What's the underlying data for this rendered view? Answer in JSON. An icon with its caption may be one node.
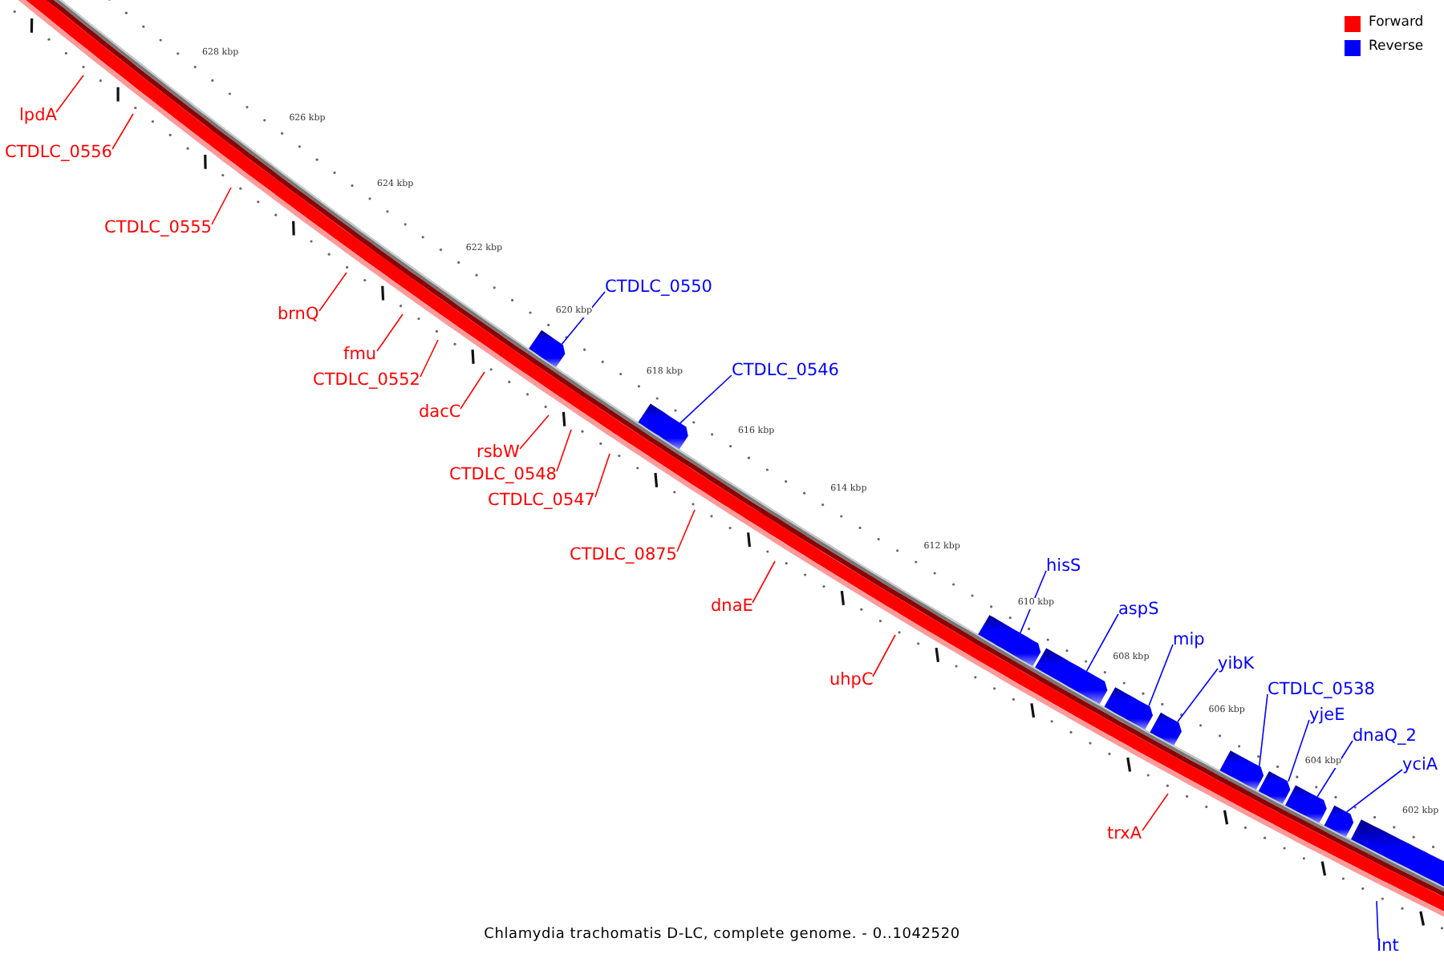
{
  "diagram": {
    "caption": "Chlamydia trachomatis D-LC, complete genome. - 0..1042520",
    "nodes": [
      {
        "text": [
          "lpdA"
        ]
      },
      {
        "text": [
          "CTDLC_0556"
        ]
      },
      {
        "text": [
          "CTDLC_0555"
        ]
      },
      {
        "text": [
          "CTDLC_0550"
        ]
      },
      {
        "text": [
          "brnQ"
        ]
      },
      {
        "text": [
          "fmu"
        ]
      },
      {
        "text": [
          "CTDLC_0546"
        ]
      },
      {
        "text": [
          "CTDLC_0552"
        ]
      },
      {
        "text": [
          "dacC"
        ]
      },
      {
        "text": [
          "rsbW"
        ]
      },
      {
        "text": [
          "CTDLC_0548"
        ]
      },
      {
        "text": [
          "CTDLC_0547"
        ]
      },
      {
        "text": [
          "CTDLC_0875"
        ]
      },
      {
        "text": [
          "hisS"
        ]
      },
      {
        "text": [
          "dnaE"
        ]
      },
      {
        "text": [
          "aspS"
        ]
      },
      {
        "text": [
          "mip"
        ]
      },
      {
        "text": [
          "yibK"
        ]
      },
      {
        "text": [
          "uhpC"
        ]
      },
      {
        "text": [
          "CTDLC_0538"
        ]
      },
      {
        "text": [
          "yjeE"
        ]
      },
      {
        "text": [
          "dnaQ_2"
        ]
      },
      {
        "text": [
          "yciA"
        ]
      },
      {
        "text": [
          "trxA"
        ]
      },
      {
        "text": [
          "Int"
        ]
      },
      {
        "text": [],
        "shape": "box"
      },
      {
        "text": [],
        "shape": "box"
      },
      {
        "text": [],
        "shape": "box"
      },
      {
        "text": [],
        "shape": "box"
      },
      {
        "text": [],
        "shape": "box"
      },
      {
        "text": [],
        "shape": "box"
      },
      {
        "text": [],
        "shape": "box"
      },
      {
        "text": [],
        "shape": "box"
      },
      {
        "text": [],
        "shape": "box"
      },
      {
        "text": [],
        "shape": "box"
      },
      {
        "text": [],
        "shape": "box"
      }
    ],
    "edges": [
      {
        "from": 0,
        "to": null,
        "arrow": "none"
      },
      {
        "from": 1,
        "to": null,
        "arrow": "none"
      },
      {
        "from": 2,
        "to": null,
        "arrow": "none"
      },
      {
        "from": 3,
        "to": 25,
        "arrow": "none",
        "color": "#0000ff"
      },
      {
        "from": 4,
        "to": null,
        "arrow": "none"
      },
      {
        "from": 5,
        "to": null,
        "arrow": "none"
      },
      {
        "from": 6,
        "to": 26,
        "arrow": "none",
        "color": "#0000ff"
      },
      {
        "from": 7,
        "to": null,
        "arrow": "none"
      },
      {
        "from": 8,
        "to": null,
        "arrow": "none"
      },
      {
        "from": 9,
        "to": null,
        "arrow": "none"
      },
      {
        "from": 10,
        "to": null,
        "arrow": "none"
      },
      {
        "from": 11,
        "to": null,
        "arrow": "none"
      },
      {
        "from": 12,
        "to": null,
        "arrow": "none"
      },
      {
        "from": 13,
        "to": 27,
        "arrow": "none",
        "color": "#0000ff"
      },
      {
        "from": 14,
        "to": null,
        "arrow": "none"
      },
      {
        "from": 15,
        "to": 28,
        "arrow": "none",
        "color": "#0000ff"
      },
      {
        "from": 16,
        "to": 29,
        "arrow": "none",
        "color": "#0000ff"
      },
      {
        "from": 17,
        "to": 30,
        "arrow": "none",
        "color": "#0000ff"
      },
      {
        "from": 18,
        "to": null,
        "arrow": "none"
      },
      {
        "from": 19,
        "to": 31,
        "arrow": "none",
        "color": "#0000ff"
      },
      {
        "from": 20,
        "to": 32,
        "arrow": "none",
        "color": "#0000ff"
      },
      {
        "from": 21,
        "to": 33,
        "arrow": "none",
        "color": "#0000ff"
      },
      {
        "from": 22,
        "to": 34,
        "arrow": "none",
        "color": "#0000ff"
      },
      {
        "from": 23,
        "to": null,
        "arrow": "none"
      },
      {
        "from": 24,
        "to": null,
        "arrow": "none",
        "color": "#0000ff"
      }
    ],
    "labels": [
      "628 kbp",
      "626 kbp",
      "624 kbp",
      "622 kbp",
      "620 kbp",
      "618 kbp",
      "616 kbp",
      "614 kbp",
      "612 kbp",
      "610 kbp",
      "608 kbp",
      "606 kbp",
      "604 kbp",
      "602 kbp"
    ],
    "legend": [
      {
        "text": "Forward",
        "color": "#ff0000"
      },
      {
        "text": "Reverse",
        "color": "#0000ff"
      }
    ]
  }
}
